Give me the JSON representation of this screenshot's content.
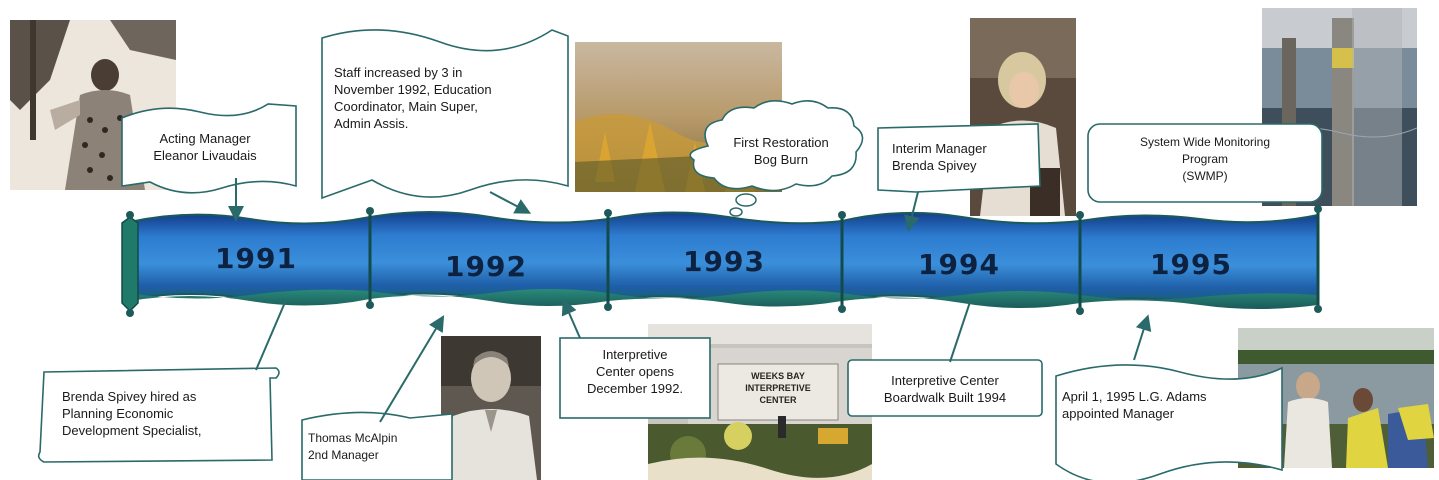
{
  "timeline": {
    "years": [
      "1991",
      "1992",
      "1993",
      "1994",
      "1995"
    ]
  },
  "events": {
    "acting_manager": [
      "Acting Manager",
      "Eleanor Livaudais"
    ],
    "staff_increase": [
      "Staff increased by 3 in",
      "November 1992, Education",
      "Coordinator, Main Super,",
      "Admin Assis."
    ],
    "first_restoration": [
      "First Restoration",
      "Bog Burn"
    ],
    "interim_manager": [
      "Interim Manager",
      "Brenda Spivey"
    ],
    "swmp": [
      "System Wide Monitoring",
      "Program",
      "(SWMP)"
    ],
    "brenda_hired": [
      "Brenda Spivey hired as",
      "Planning Economic",
      "Development Specialist,"
    ],
    "mcalpin": [
      "Thomas McAlpin",
      "2nd Manager"
    ],
    "interpretive_center": [
      "Interpretive",
      "Center opens",
      "December 1992."
    ],
    "boardwalk": [
      "Interpretive Center",
      "Boardwalk Built 1994"
    ],
    "adams": [
      "April 1, 1995 L.G. Adams",
      "appointed Manager"
    ]
  },
  "photo_signs": {
    "center_sign": [
      "WEEKS BAY",
      "INTERPRETIVE",
      "CENTER"
    ]
  },
  "colors": {
    "band_top": "#1e5fb0",
    "band_mid": "#3a8fd8",
    "band_bottom": "#1a6a70",
    "year_text": "#0d2140"
  }
}
